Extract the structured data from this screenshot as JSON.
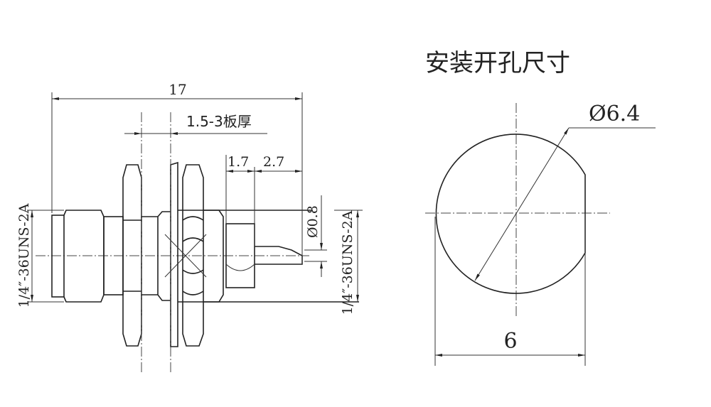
{
  "title": "安装开孔尺寸",
  "connector": {
    "overall_length": "17",
    "panel_thickness": "1.5-3板厚",
    "dim_a": "1.7",
    "dim_b": "2.7",
    "pin_diameter": "Ø0.8",
    "thread_left": "1/4″-36UNS-2A",
    "thread_right": "1/4″-36UNS-2A"
  },
  "cutout": {
    "diameter": "Ø6.4",
    "flat_width": "6"
  }
}
